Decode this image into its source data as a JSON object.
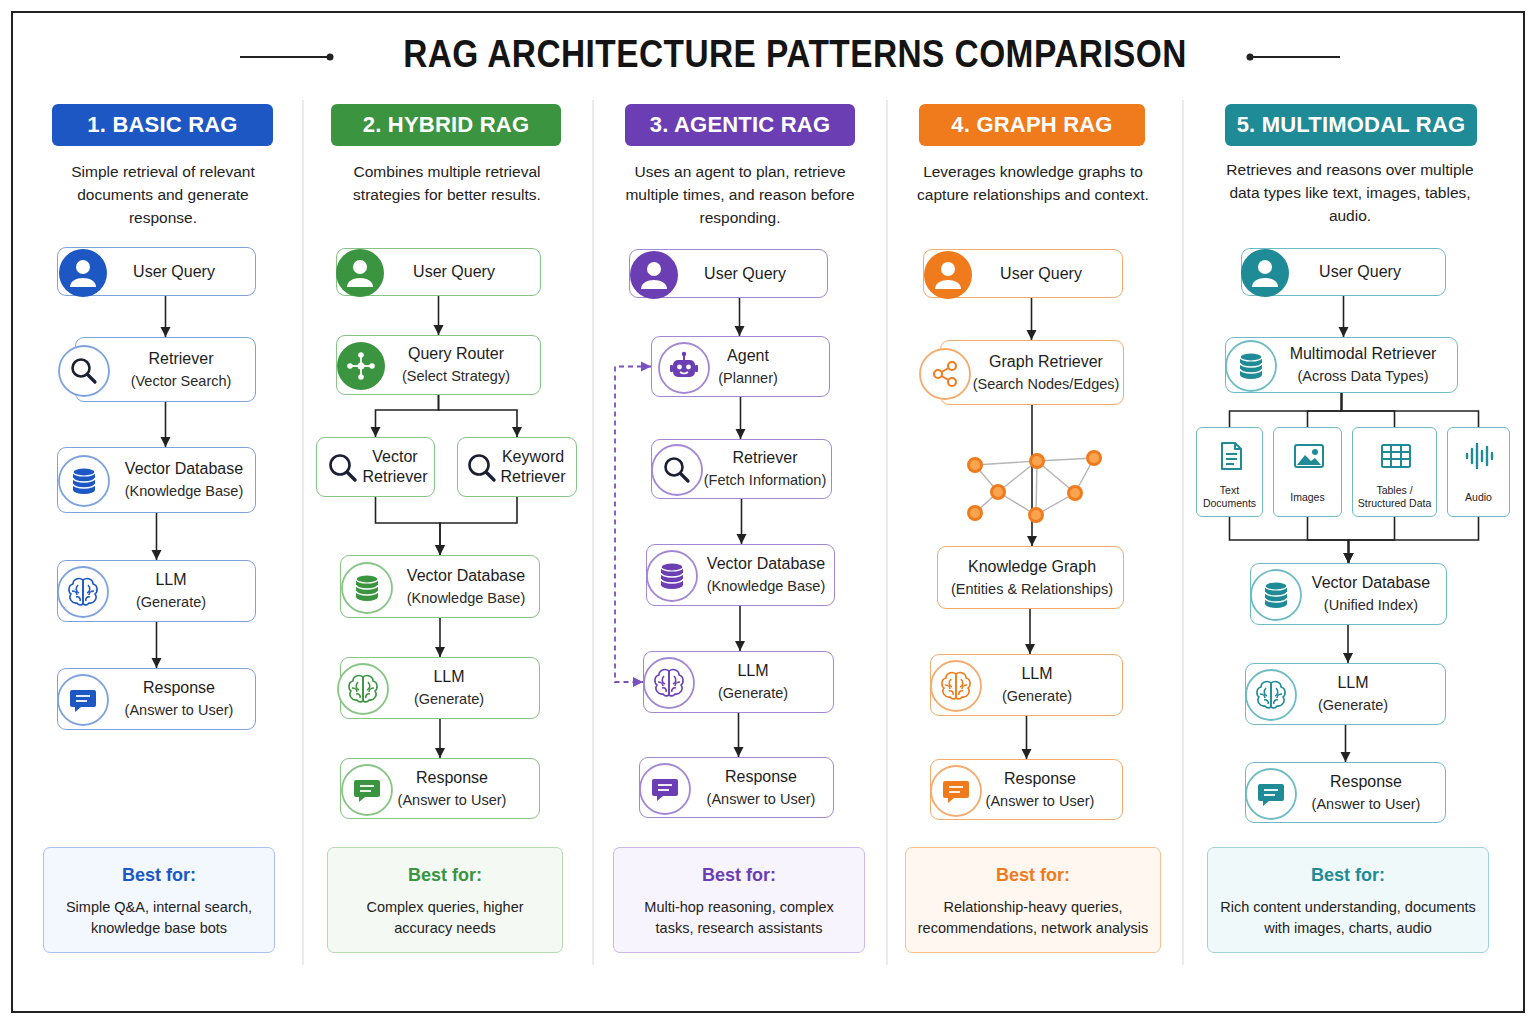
{
  "diagram": {
    "title": "RAG ARCHITECTURE PATTERNS COMPARISON",
    "nodes": [
      {
        "text": [
          "1. BASIC RAG"
        ]
      },
      {
        "text": [
          "User Query"
        ]
      },
      {
        "text": [
          "Retriever",
          "(Vector Search)"
        ]
      },
      {
        "text": [
          "Vector Database",
          "(Knowledge Base)"
        ]
      },
      {
        "text": [
          "LLM",
          "(Generate)"
        ]
      },
      {
        "text": [
          "Response",
          "(Answer to User)"
        ]
      },
      {
        "text": [
          "Best for:",
          "Simple Q&A, internal search, knowledge base bots"
        ]
      },
      {
        "text": [
          "2. HYBRID RAG"
        ]
      },
      {
        "text": [
          "User Query"
        ]
      },
      {
        "text": [
          "Query Router",
          "(Select Strategy)"
        ]
      },
      {
        "text": [
          "Vector Retriever"
        ]
      },
      {
        "text": [
          "Keyword Retriever"
        ]
      },
      {
        "text": [
          "Vector Database",
          "(Knowledge Base)"
        ]
      },
      {
        "text": [
          "LLM",
          "(Generate)"
        ]
      },
      {
        "text": [
          "Response",
          "(Answer to User)"
        ]
      },
      {
        "text": [
          "Best for:",
          "Complex queries, higher accuracy needs"
        ]
      },
      {
        "text": [
          "3. AGENTIC RAG"
        ]
      },
      {
        "text": [
          "User Query"
        ]
      },
      {
        "text": [
          "Agent",
          "(Planner)"
        ]
      },
      {
        "text": [
          "Retriever",
          "(Fetch Information)"
        ]
      },
      {
        "text": [
          "Vector Database",
          "(Knowledge Base)"
        ]
      },
      {
        "text": [
          "LLM",
          "(Generate)"
        ]
      },
      {
        "text": [
          "Response",
          "(Answer to User)"
        ]
      },
      {
        "text": [
          "Best for:",
          "Multi-hop reasoning, complex tasks, research assistants"
        ]
      },
      {
        "text": [
          "4. GRAPH RAG"
        ]
      },
      {
        "text": [
          "User Query"
        ]
      },
      {
        "text": [
          "Graph Retriever",
          "(Search Nodes/Edges)"
        ]
      },
      {
        "text": [
          "Knowledge Graph",
          "(Entities & Relationships)"
        ]
      },
      {
        "text": [
          "LLM",
          "(Generate)"
        ]
      },
      {
        "text": [
          "Response",
          "(Answer to User)"
        ]
      },
      {
        "text": [
          "Best for:",
          "Relationship-heavy queries, recommendations, network analysis"
        ]
      },
      {
        "text": [
          "5. MULTIMODAL RAG"
        ]
      },
      {
        "text": [
          "User Query"
        ]
      },
      {
        "text": [
          "Multimodal Retriever",
          "(Across Data Types)"
        ]
      },
      {
        "text": [
          "Text Documents"
        ]
      },
      {
        "text": [
          "Images"
        ]
      },
      {
        "text": [
          "Tables / Structured Data"
        ]
      },
      {
        "text": [
          "Audio"
        ]
      },
      {
        "text": [
          "Vector Database",
          "(Unified Index)"
        ]
      },
      {
        "text": [
          "LLM",
          "(Generate)"
        ]
      },
      {
        "text": [
          "Response",
          "(Answer to User)"
        ]
      },
      {
        "text": [
          "Best for:",
          "Rich content understanding, documents with images, charts, audio"
        ]
      }
    ],
    "edges": [
      {
        "from": 1,
        "to": 2,
        "arrow": "to"
      },
      {
        "from": 2,
        "to": 3,
        "arrow": "to"
      },
      {
        "from": 3,
        "to": 4,
        "arrow": "to"
      },
      {
        "from": 4,
        "to": 5,
        "arrow": "to"
      },
      {
        "from": 8,
        "to": 9,
        "arrow": "to"
      },
      {
        "from": 9,
        "to": 10,
        "arrow": "to"
      },
      {
        "from": 9,
        "to": 11,
        "arrow": "to"
      },
      {
        "from": 10,
        "to": 12,
        "arrow": "to"
      },
      {
        "from": 11,
        "to": 12,
        "arrow": "to"
      },
      {
        "from": 12,
        "to": 13,
        "arrow": "to"
      },
      {
        "from": 13,
        "to": 14,
        "arrow": "to"
      },
      {
        "from": 17,
        "to": 18,
        "arrow": "to"
      },
      {
        "from": 18,
        "to": 19,
        "arrow": "to"
      },
      {
        "from": 19,
        "to": 20,
        "arrow": "to"
      },
      {
        "from": 20,
        "to": 21,
        "arrow": "to"
      },
      {
        "from": 21,
        "to": 22,
        "arrow": "to"
      },
      {
        "from": 18,
        "to": 21,
        "arrow": "both"
      },
      {
        "from": 25,
        "to": 26,
        "arrow": "to"
      },
      {
        "from": 26,
        "to": 27,
        "arrow": "to"
      },
      {
        "from": 27,
        "to": 28,
        "arrow": "to"
      },
      {
        "from": 28,
        "to": 29,
        "arrow": "to"
      },
      {
        "from": 32,
        "to": 33,
        "arrow": "to"
      },
      {
        "from": 33,
        "to": 34,
        "arrow": "none"
      },
      {
        "from": 33,
        "to": 35,
        "arrow": "none"
      },
      {
        "from": 33,
        "to": 36,
        "arrow": "none"
      },
      {
        "from": 33,
        "to": 37,
        "arrow": "none"
      },
      {
        "from": 34,
        "to": 38,
        "arrow": "to"
      },
      {
        "from": 35,
        "to": 38,
        "arrow": "to"
      },
      {
        "from": 36,
        "to": 38,
        "arrow": "to"
      },
      {
        "from": 37,
        "to": 38,
        "arrow": "to"
      },
      {
        "from": 38,
        "to": 39,
        "arrow": "to"
      },
      {
        "from": 39,
        "to": 40,
        "arrow": "to"
      }
    ],
    "labels": [
      "Simple retrieval of relevant documents and generate response.",
      "Combines multiple retrieval strategies for better results.",
      "Uses an agent to plan, retrieve multiple times, and reason before responding.",
      "Leverages knowledge graphs to capture relationships and context.",
      "Retrieves and reasons over multiple data types like text, images, tables, audio."
    ]
  }
}
